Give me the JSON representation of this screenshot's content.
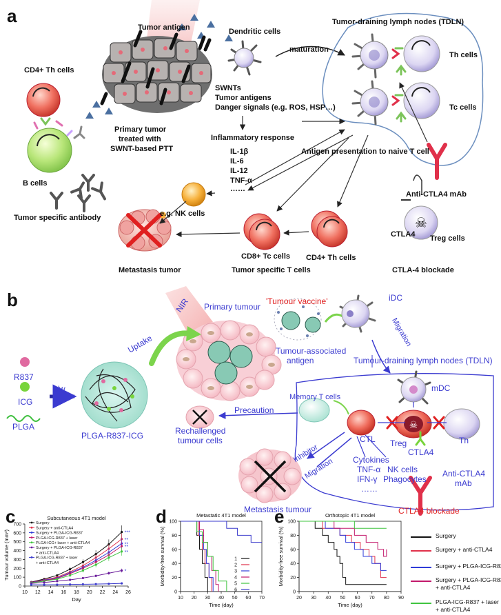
{
  "panel_a": {
    "letter": "a",
    "tumor_antigen": "Tumor antigen",
    "dendritic_cells": "Dendritic cells",
    "maturation": "maturation",
    "tdln": "Tumor-draining lymph nodes (TDLN)",
    "th_cells": "Th cells",
    "tc_cells": "Tc cells",
    "cd4_th_cells": "CD4+ Th cells",
    "primary_tumor_1": "Primary tumor",
    "primary_tumor_2": "treated with",
    "primary_tumor_3": "SWNT-based PTT",
    "swnts_1": "SWNTs",
    "swnts_2": "Tumor antigens",
    "swnts_3": "Danger signals (e.g. ROS, HSP…)",
    "inflammatory": "Inflammatory response",
    "il1b": "IL-1β",
    "il6": "IL-6",
    "il12": "IL-12",
    "tnfa": "TNF-α",
    "dots": "……",
    "antigen_presentation": "Antigen presentation to naive T cell",
    "anti_ctla4": "Anti-CTLA4 mAb",
    "b_cells": "B cells",
    "nk_cells": "e.g. NK cells",
    "tumor_specific_antibody": "Tumor specific antibody",
    "ctla4": "CTLA4",
    "treg_cells": "Treg cells",
    "cd8_tc": "CD8+ Tc cells",
    "cd4_th": "CD4+ Th cells",
    "metastasis_tumor": "Metastasis tumor",
    "tumor_specific_t": "Tumor specific T cells",
    "ctla4_blockade": "CTLA-4 blockade"
  },
  "panel_b": {
    "letter": "b",
    "nir": "NIR",
    "primary_tumour": "Primary  tumour",
    "tumour_vaccine": "'Tumour vaccine'",
    "idc": "iDC",
    "migration_top": "Migration",
    "uptake": "Uptake",
    "tumour_assoc_1": "Tumour-associated",
    "tumour_assoc_2": "antigen",
    "tdln": "Tumour-draining lymph nodes (TDLN)",
    "r837": "R837",
    "icg": "ICG",
    "plga": "PLGA",
    "ow": "o/w",
    "plga_r837_icg": "PLGA-R837-ICG",
    "memory_t": "Memory T cells",
    "mdc": "mDC",
    "precaution": "Precaution",
    "rechallenged_1": "Rechallenged",
    "rechallenged_2": "tumour cells",
    "inhibitor": "Inhibitor",
    "migration": "Migration",
    "ctl": "CTL",
    "treg": "Treg",
    "th": "Th",
    "ctla4": "CTLA4",
    "cytokines": "Cytokines",
    "tnfa": "TNF-α",
    "ifng": "IFN-γ",
    "dots": "……",
    "nk_cells": "NK cells",
    "phagocytes": "Phagocytes",
    "anti_ctla4_1": "Anti-CTLA4",
    "anti_ctla4_2": "mAb",
    "metastasis": "Metastasis tumour",
    "ctla4_blockade": "CTLA4 blockade"
  },
  "legend_right": {
    "items": [
      {
        "label": "Surgery",
        "color": "#111111"
      },
      {
        "label": "Surgery + anti-CTLA4",
        "color": "#e0304a"
      },
      {
        "label": "Surgery + PLGA-ICG-R837",
        "color": "#2f3bd8"
      },
      {
        "label": "Surgery + PLGA-ICG-R837",
        "label2": "+ anti-CTLA4",
        "color": "#c2186b"
      },
      {
        "label": "PLGA-ICG-R837 + laser",
        "label2": "+ anti-CTLA4",
        "color": "#3fc43f"
      }
    ]
  },
  "chart_data": [
    {
      "panel": "c",
      "type": "line",
      "title": "Subcutaneous 4T1 model",
      "xlabel": "Day",
      "ylabel": "Tumour volume (mm³)",
      "xlim": [
        10,
        26
      ],
      "ylim": [
        0,
        700
      ],
      "xticks": [
        10,
        12,
        14,
        16,
        18,
        20,
        22,
        24,
        26
      ],
      "yticks": [
        0,
        100,
        200,
        300,
        400,
        500,
        600,
        700
      ],
      "x": [
        11,
        13,
        15,
        17,
        19,
        21,
        23,
        25
      ],
      "series": [
        {
          "name": "Surgery",
          "color": "#111111",
          "values": [
            45,
            80,
            120,
            190,
            270,
            360,
            470,
            610
          ],
          "sig": "***"
        },
        {
          "name": "Surgery + anti-CTLA4",
          "color": "#e0304a",
          "values": [
            42,
            70,
            100,
            160,
            230,
            320,
            420,
            530
          ],
          "sig": "**"
        },
        {
          "name": "Surgery + PLGA-ICG-R837",
          "color": "#2f3bd8",
          "values": [
            40,
            65,
            90,
            150,
            210,
            290,
            380,
            480
          ],
          "sig": "**"
        },
        {
          "name": "PLGA-ICG-R837 + laser",
          "color": "#c2186b",
          "values": [
            38,
            60,
            85,
            140,
            200,
            270,
            350,
            450
          ],
          "sig": "**"
        },
        {
          "name": "PLGA-ICG+ laser + anti-CTLA4",
          "color": "#3fc43f",
          "values": [
            36,
            55,
            78,
            120,
            175,
            240,
            320,
            390
          ],
          "sig": "**"
        },
        {
          "name": "Surgery + PLGA-ICG-R837 + anti-CTLA4",
          "color": "#6a1b9a",
          "values": [
            30,
            40,
            55,
            70,
            90,
            115,
            145,
            175
          ],
          "sig": "*"
        },
        {
          "name": "PLGA-ICG-R837 + laser + anti-CTLA4",
          "color": "#3a3acc",
          "values": [
            15,
            15,
            16,
            18,
            20,
            22,
            25,
            30
          ],
          "sig": ""
        }
      ],
      "legend": [
        "Surgery",
        "Surgery + anti-CTLA4",
        "Surgery + PLGA-ICG-R837",
        "PLGA-ICG-R837 + laser",
        "PLGA-ICG+ laser + anti-CTLA4",
        "Surgery + PLGA-ICG-R837",
        "+ anti-CTLA4",
        "PLGA-ICG-R837 + laser",
        "+ anti-CTLA4"
      ]
    },
    {
      "panel": "d",
      "type": "line",
      "title": "Metastatic 4T1 model",
      "xlabel": "Time (day)",
      "ylabel": "Morbidity-free survival (%)",
      "xlim": [
        10,
        70
      ],
      "ylim": [
        0,
        100
      ],
      "xticks": [
        10,
        20,
        30,
        40,
        50,
        60,
        70
      ],
      "yticks": [
        0,
        20,
        40,
        60,
        80,
        100
      ],
      "series": [
        {
          "name": "1",
          "color": "#111111",
          "steps": [
            [
              10,
              100
            ],
            [
              22,
              100
            ],
            [
              22,
              80
            ],
            [
              24,
              60
            ],
            [
              26,
              40
            ],
            [
              28,
              20
            ],
            [
              30,
              0
            ]
          ]
        },
        {
          "name": "2",
          "color": "#e0304a",
          "steps": [
            [
              10,
              100
            ],
            [
              23,
              100
            ],
            [
              23,
              80
            ],
            [
              26,
              60
            ],
            [
              28,
              40
            ],
            [
              31,
              20
            ],
            [
              33,
              0
            ]
          ]
        },
        {
          "name": "3",
          "color": "#2f3bd8",
          "steps": [
            [
              10,
              100
            ],
            [
              24,
              100
            ],
            [
              24,
              80
            ],
            [
              27,
              60
            ],
            [
              29,
              40
            ],
            [
              31,
              20
            ],
            [
              34,
              0
            ]
          ]
        },
        {
          "name": "4",
          "color": "#c2186b",
          "steps": [
            [
              10,
              100
            ],
            [
              24,
              100
            ],
            [
              24,
              88
            ],
            [
              27,
              70
            ],
            [
              30,
              50
            ],
            [
              33,
              30
            ],
            [
              36,
              10
            ],
            [
              38,
              0
            ]
          ]
        },
        {
          "name": "5",
          "color": "#3fc43f",
          "steps": [
            [
              10,
              100
            ],
            [
              22,
              100
            ],
            [
              22,
              85
            ],
            [
              26,
              70
            ],
            [
              30,
              50
            ],
            [
              34,
              30
            ],
            [
              38,
              15
            ],
            [
              44,
              0
            ]
          ]
        },
        {
          "name": "6",
          "color": "#3a3acc",
          "steps": [
            [
              10,
              100
            ],
            [
              44,
              100
            ],
            [
              44,
              90
            ],
            [
              52,
              80
            ],
            [
              62,
              70
            ],
            [
              70,
              70
            ]
          ]
        }
      ]
    },
    {
      "panel": "e",
      "type": "line",
      "title": "Orthotopic 4T1 model",
      "xlabel": "Time (day)",
      "ylabel": "Morbidity-free survival (%)",
      "xlim": [
        20,
        90
      ],
      "ylim": [
        0,
        100
      ],
      "xticks": [
        20,
        30,
        40,
        50,
        60,
        70,
        80,
        90
      ],
      "yticks": [
        0,
        20,
        40,
        60,
        80,
        100
      ],
      "series": [
        {
          "name": "Surgery",
          "color": "#111111",
          "steps": [
            [
              20,
              100
            ],
            [
              31,
              100
            ],
            [
              31,
              90
            ],
            [
              36,
              80
            ],
            [
              40,
              70
            ],
            [
              44,
              60
            ],
            [
              46,
              50
            ],
            [
              48,
              40
            ],
            [
              50,
              20
            ],
            [
              52,
              10
            ],
            [
              80,
              10
            ]
          ]
        },
        {
          "name": "Surgery + anti-CTLA4",
          "color": "#e0304a",
          "steps": [
            [
              20,
              100
            ],
            [
              36,
              100
            ],
            [
              36,
              90
            ],
            [
              48,
              80
            ],
            [
              56,
              70
            ],
            [
              62,
              60
            ],
            [
              68,
              50
            ],
            [
              72,
              40
            ],
            [
              76,
              20
            ],
            [
              80,
              20
            ]
          ]
        },
        {
          "name": "Surgery + PLGA-ICG-R837",
          "color": "#2f3bd8",
          "steps": [
            [
              20,
              100
            ],
            [
              38,
              100
            ],
            [
              38,
              90
            ],
            [
              48,
              80
            ],
            [
              52,
              70
            ],
            [
              58,
              60
            ],
            [
              64,
              50
            ],
            [
              70,
              40
            ],
            [
              76,
              30
            ],
            [
              80,
              30
            ]
          ]
        },
        {
          "name": "Surgery + PLGA-ICG-R837 + anti-CTLA4",
          "color": "#c2186b",
          "steps": [
            [
              20,
              100
            ],
            [
              44,
              100
            ],
            [
              44,
              90
            ],
            [
              58,
              80
            ],
            [
              66,
              70
            ],
            [
              74,
              60
            ],
            [
              78,
              50
            ],
            [
              80,
              60
            ]
          ]
        },
        {
          "name": "PLGA-ICG-R837 + laser + anti-CTLA4",
          "color": "#3fc43f",
          "steps": [
            [
              20,
              100
            ],
            [
              58,
              100
            ],
            [
              58,
              90
            ],
            [
              80,
              90
            ]
          ]
        }
      ]
    }
  ]
}
